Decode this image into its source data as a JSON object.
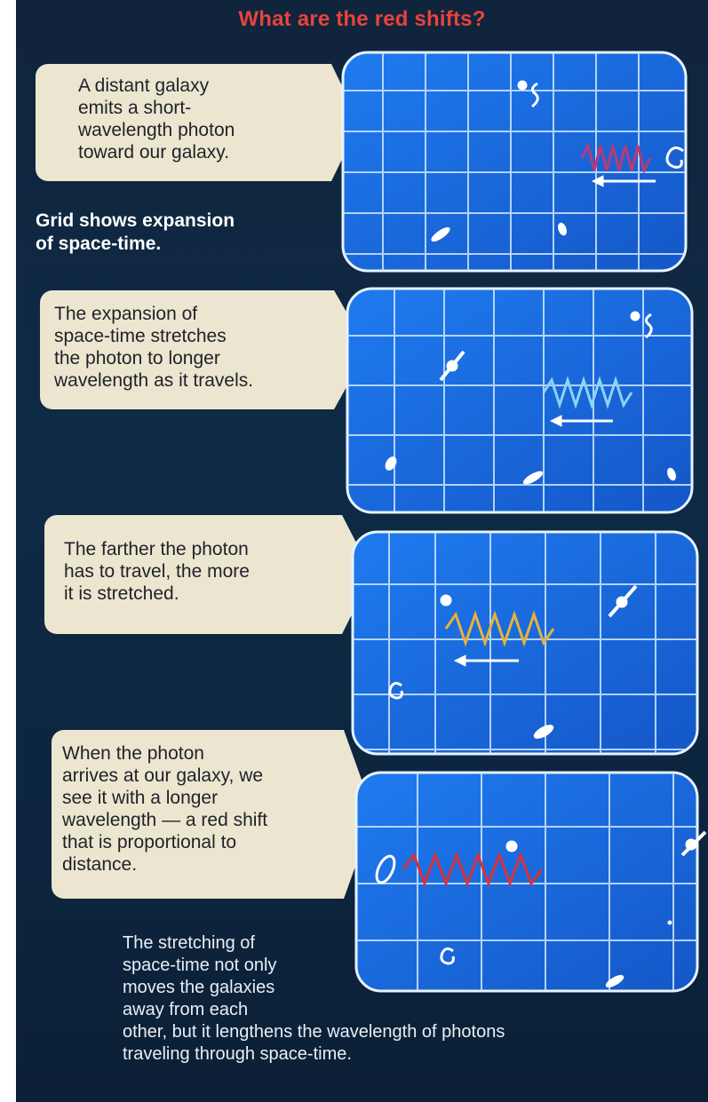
{
  "title": "What are the red shifts?",
  "side_note": "Grid shows expansion\nof space-time.",
  "steps": [
    {
      "text": "A distant galaxy\nemits a short-\nwavelength photon\ntoward our galaxy.",
      "photon_color": "#b83a78"
    },
    {
      "text": "The expansion of\nspace-time stretches\nthe photon to longer\nwavelength as it travels.",
      "photon_color": "#8fd2f2"
    },
    {
      "text": "The farther the photon\nhas to travel, the more\nit is stretched.",
      "photon_color": "#e9b23a"
    },
    {
      "text": "When the photon\narrives at our galaxy, we\nsee it with a longer\nwavelength — a red shift\nthat is proportional to\ndistance.",
      "photon_color": "#d8323a"
    }
  ],
  "caption": "The stretching of\nspace-time not only\nmoves the galaxies\naway from each\nother, but it lengthens the wavelength of photons\ntraveling through space-time.",
  "colors": {
    "title_red": "#e8433b",
    "callout_bg": "#ece6d0",
    "panel_blue": "#1a6fe0",
    "grid_line": "#cfe6ff",
    "background_navy": "#0f2a45"
  }
}
